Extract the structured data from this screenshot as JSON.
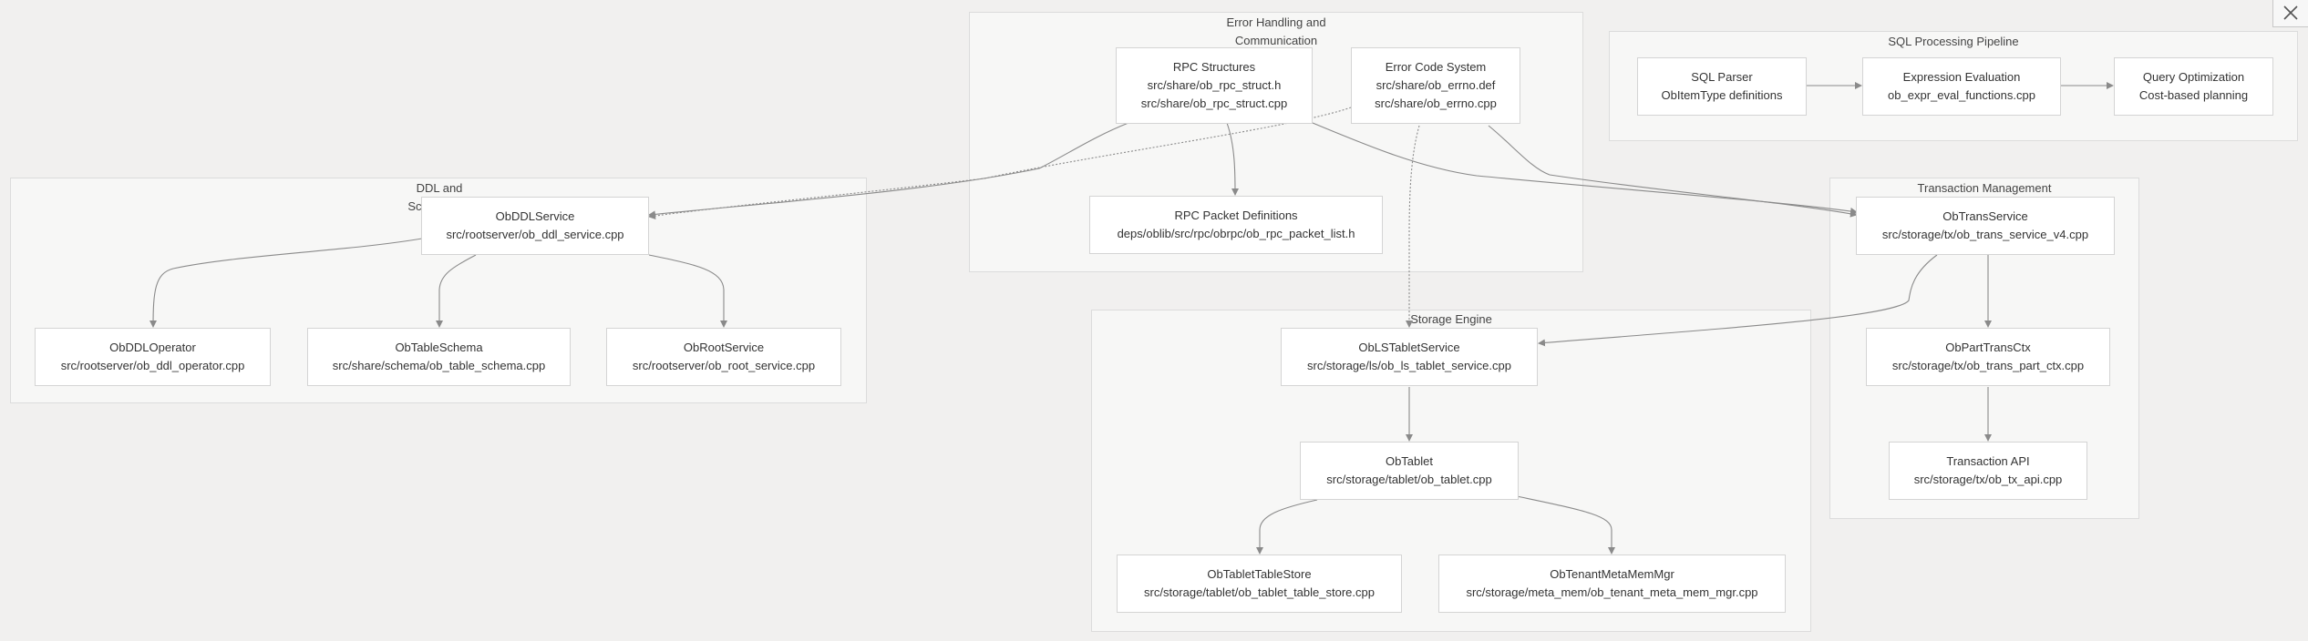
{
  "clusters": {
    "ddl": "DDL and Schema Ma",
    "error": "Error Handling and Communication",
    "sql": "SQL Processing Pipeline",
    "storage": "Storage Engine",
    "txn": "Transaction Management"
  },
  "nodes": {
    "rpc_structures": [
      "RPC Structures",
      "src/share/ob_rpc_struct.h",
      "src/share/ob_rpc_struct.cpp"
    ],
    "error_code": [
      "Error Code System",
      "src/share/ob_errno.def",
      "src/share/ob_errno.cpp"
    ],
    "rpc_packet": [
      "RPC Packet Definitions",
      "deps/oblib/src/rpc/obrpc/ob_rpc_packet_list.h"
    ],
    "sql_parser": [
      "SQL Parser",
      "ObItemType definitions"
    ],
    "expr_eval": [
      "Expression Evaluation",
      "ob_expr_eval_functions.cpp"
    ],
    "query_opt": [
      "Query Optimization",
      "Cost-based planning"
    ],
    "ddl_service": [
      "ObDDLService",
      "src/rootserver/ob_ddl_service.cpp"
    ],
    "ddl_operator": [
      "ObDDLOperator",
      "src/rootserver/ob_ddl_operator.cpp"
    ],
    "table_schema": [
      "ObTableSchema",
      "src/share/schema/ob_table_schema.cpp"
    ],
    "root_service": [
      "ObRootService",
      "src/rootserver/ob_root_service.cpp"
    ],
    "trans_service": [
      "ObTransService",
      "src/storage/tx/ob_trans_service_v4.cpp"
    ],
    "part_trans_ctx": [
      "ObPartTransCtx",
      "src/storage/tx/ob_trans_part_ctx.cpp"
    ],
    "tx_api": [
      "Transaction API",
      "src/storage/tx/ob_tx_api.cpp"
    ],
    "ls_tablet_service": [
      "ObLSTabletService",
      "src/storage/ls/ob_ls_tablet_service.cpp"
    ],
    "tablet": [
      "ObTablet",
      "src/storage/tablet/ob_tablet.cpp"
    ],
    "tablet_table_store": [
      "ObTabletTableStore",
      "src/storage/tablet/ob_tablet_table_store.cpp"
    ],
    "tenant_meta_mem": [
      "ObTenantMetaMemMgr",
      "src/storage/meta_mem/ob_tenant_meta_mem_mgr.cpp"
    ]
  }
}
